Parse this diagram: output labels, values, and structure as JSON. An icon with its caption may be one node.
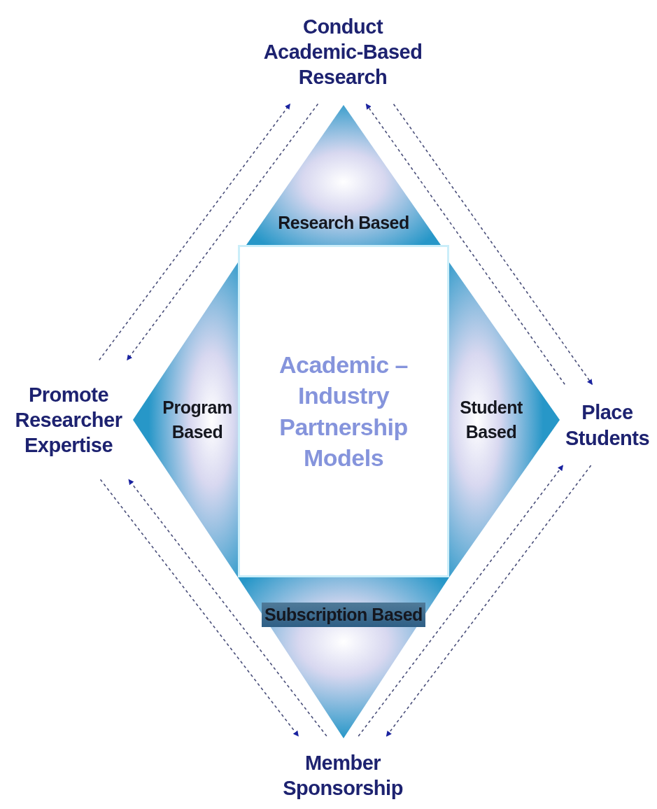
{
  "diagram": {
    "nodes": [
      {
        "text": [
          "Conduct Academic-Based Research"
        ]
      },
      {
        "text": [
          "Promote Researcher Expertise"
        ]
      },
      {
        "text": [
          "Place Students"
        ]
      },
      {
        "text": [
          "Member Sponsorship"
        ]
      },
      {
        "text": [
          "Academic – Industry Partnership Models"
        ]
      },
      {
        "text": [
          "Research Based"
        ]
      },
      {
        "text": [
          "Program Based"
        ]
      },
      {
        "text": [
          "Student Based"
        ]
      },
      {
        "text": [
          "Subscription Based"
        ]
      }
    ],
    "edges": [
      {
        "from": 0,
        "to": 1,
        "arrow": "to",
        "style": "dashed"
      },
      {
        "from": 1,
        "to": 0,
        "arrow": "to",
        "style": "dashed"
      },
      {
        "from": 2,
        "to": 0,
        "arrow": "to",
        "style": "dashed"
      },
      {
        "from": 0,
        "to": 2,
        "arrow": "to",
        "style": "dashed"
      },
      {
        "from": 3,
        "to": 2,
        "arrow": "to",
        "style": "dashed"
      },
      {
        "from": 2,
        "to": 3,
        "arrow": "to",
        "style": "dashed"
      },
      {
        "from": 3,
        "to": 1,
        "arrow": "to",
        "style": "dashed"
      },
      {
        "from": 1,
        "to": 3,
        "arrow": "to",
        "style": "dashed"
      }
    ]
  }
}
